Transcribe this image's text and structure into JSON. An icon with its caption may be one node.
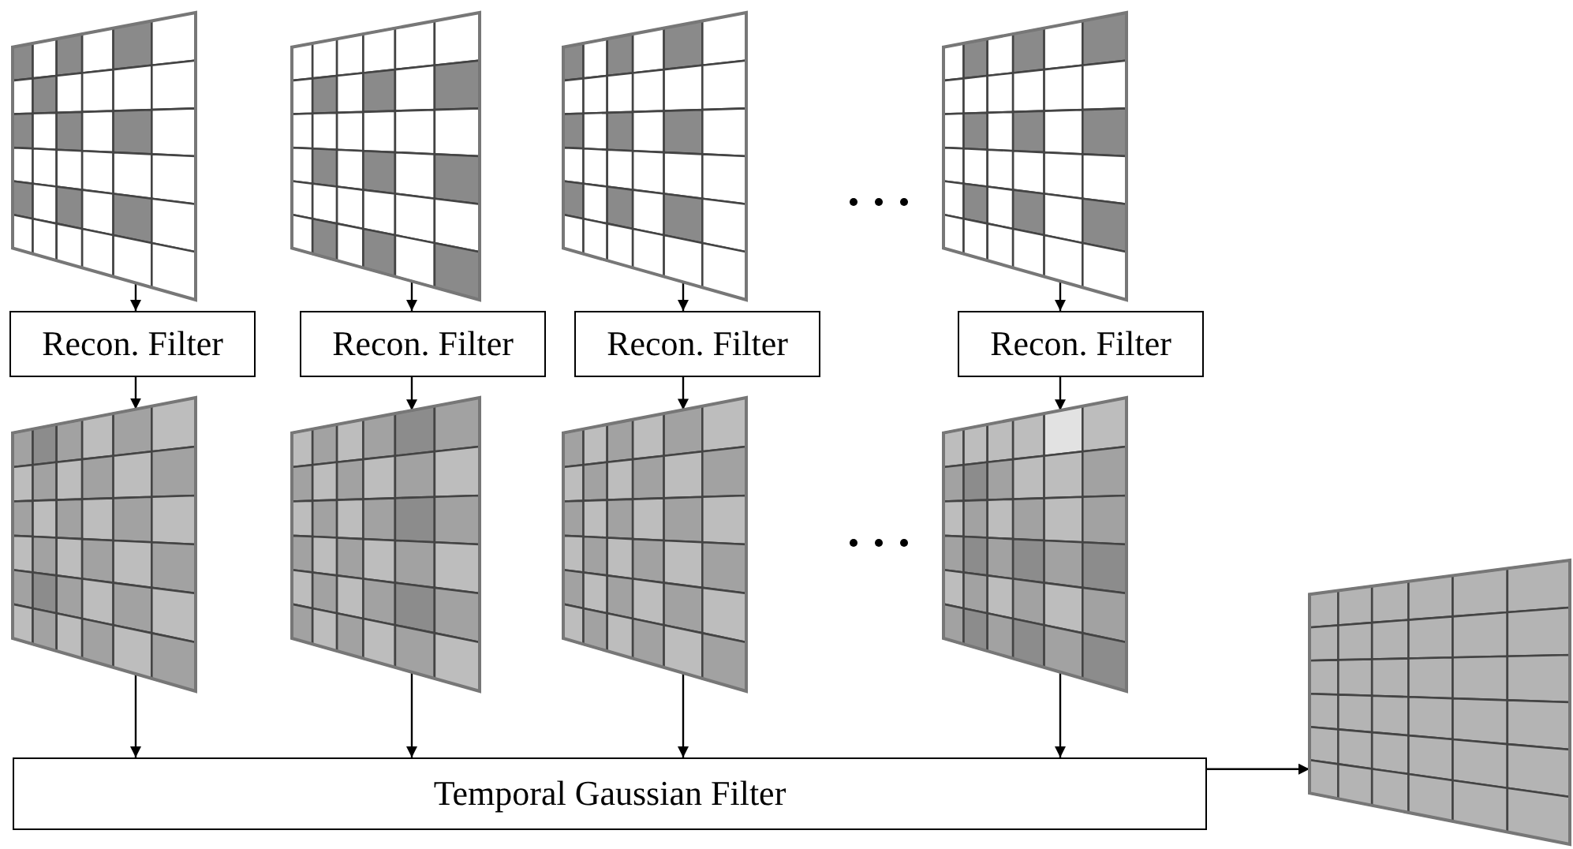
{
  "diagram": {
    "nodes": [
      {
        "text": [],
        "shape": "picture"
      },
      {
        "text": [],
        "shape": "picture"
      },
      {
        "text": [],
        "shape": "picture"
      },
      {
        "text": [],
        "shape": "picture"
      },
      {
        "text": [
          "Recon. Filter"
        ]
      },
      {
        "text": [
          "Recon. Filter"
        ]
      },
      {
        "text": [
          "Recon. Filter"
        ]
      },
      {
        "text": [
          "Recon. Filter"
        ]
      },
      {
        "text": [],
        "shape": "picture"
      },
      {
        "text": [],
        "shape": "picture"
      },
      {
        "text": [],
        "shape": "picture"
      },
      {
        "text": [],
        "shape": "picture"
      },
      {
        "text": [
          "Temporal Gaussian Filter"
        ]
      },
      {
        "text": [],
        "shape": "picture"
      }
    ],
    "edges": [
      {
        "from": 0,
        "to": 4,
        "arrow": "to"
      },
      {
        "from": 1,
        "to": 5,
        "arrow": "to"
      },
      {
        "from": 2,
        "to": 6,
        "arrow": "to"
      },
      {
        "from": 3,
        "to": 7,
        "arrow": "to"
      },
      {
        "from": 4,
        "to": 8,
        "arrow": "to"
      },
      {
        "from": 5,
        "to": 9,
        "arrow": "to"
      },
      {
        "from": 6,
        "to": 10,
        "arrow": "to"
      },
      {
        "from": 7,
        "to": 11,
        "arrow": "to"
      },
      {
        "from": 8,
        "to": 12,
        "arrow": "to"
      },
      {
        "from": 9,
        "to": 12,
        "arrow": "to"
      },
      {
        "from": 10,
        "to": 12,
        "arrow": "to"
      },
      {
        "from": 11,
        "to": 12,
        "arrow": "to"
      },
      {
        "from": 12,
        "to": 13,
        "arrow": "to"
      }
    ]
  }
}
